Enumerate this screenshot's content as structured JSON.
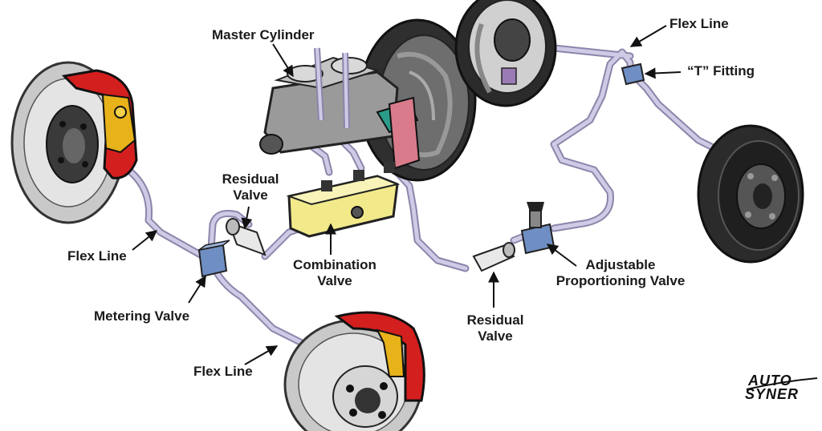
{
  "labels": {
    "master_cylinder": "Master Cylinder",
    "flex_line_top": "Flex Line",
    "t_fitting": "“T” Fitting",
    "residual_valve_left_1": "Residual",
    "residual_valve_left_2": "Valve",
    "flex_line_left": "Flex Line",
    "combination_valve_1": "Combination",
    "combination_valve_2": "Valve",
    "adjustable_valve_1": "Adjustable",
    "adjustable_valve_2": "Proportioning Valve",
    "metering_valve": "Metering Valve",
    "residual_valve_right_1": "Residual",
    "residual_valve_right_2": "Valve",
    "flex_line_bottom": "Flex Line"
  },
  "logo": {
    "line1": "AUTO",
    "line2": "SYNER"
  },
  "colors": {
    "brake_line": "#b7b3d3",
    "caliper": "#d41f1f",
    "rotor": "#c9c9c9",
    "valve_blue": "#6f8fc4",
    "combination_valve": "#f2ea8a",
    "drum": "#2b2b2b",
    "master_cylinder": "#9a9a9a"
  }
}
